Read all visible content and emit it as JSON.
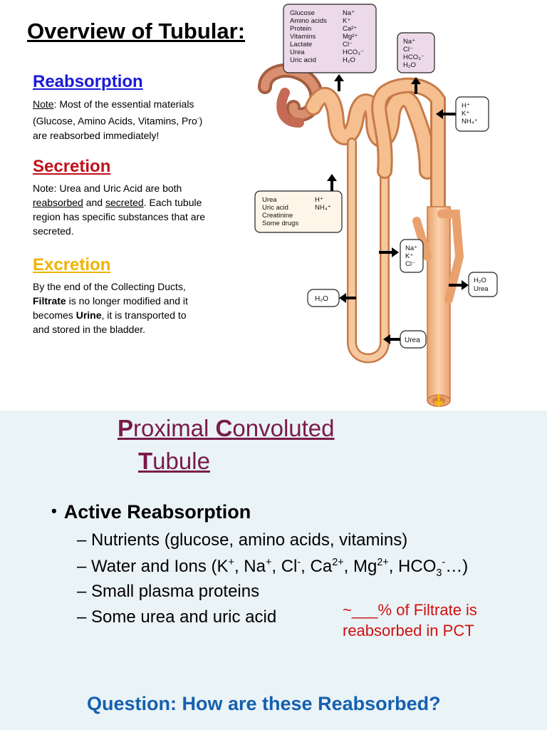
{
  "slide": {
    "title": "Overview of Tubular:",
    "reabsorption": {
      "heading": "Reabsorption",
      "note_label": "Note",
      "line1": ": Most of the essential materials",
      "line2": "(Glucose, Amino Acids, Vitamins, Pro",
      "line2_sup": "-",
      "line2_end": ")",
      "line3": "are reabsorbed immediately!",
      "color": "#1a1ad8"
    },
    "secretion": {
      "heading": "Secretion",
      "line1": "Note: Urea and Uric Acid are both",
      "w_reabsorbed": "reabsorbed",
      "w_and": " and ",
      "w_secreted": "secreted",
      "line2_end": ". Each tubule",
      "line3": "region has specific substances that are",
      "line4": "secreted.",
      "color": "#c0101a"
    },
    "excretion": {
      "heading": "Excretion",
      "line1": "By the end of the Collecting Ducts,",
      "w_filtrate": "Filtrate",
      "line2_end": " is no longer modified and it",
      "line3_start": "becomes ",
      "w_urine": "Urine",
      "line3_end": ", it is transported to",
      "line4": "and stored in the bladder.",
      "color": "#f0b400"
    }
  },
  "diagram": {
    "box_pct_left": [
      "Glucose",
      "Amino acids",
      "Protein",
      "Vitamins",
      "Lactate",
      "Urea",
      "Uric acid"
    ],
    "box_pct_right": [
      "Na⁺",
      "K⁺",
      "Ca²⁺",
      "Mg²⁺",
      "Cl⁻",
      "HCO₃⁻",
      "H₂O"
    ],
    "box_dct": [
      "Na⁺",
      "Cl⁻",
      "HCO₃⁻",
      "H₂O"
    ],
    "box_h": [
      "H⁺",
      "K⁺",
      "NH₄⁺"
    ],
    "box_secreted_left": [
      "Urea",
      "Uric acid",
      "Creatinine",
      "Some drugs"
    ],
    "box_secreted_right": [
      "H⁺",
      "NH₄⁺"
    ],
    "box_loop_ions": [
      "Na⁺",
      "K⁺",
      "Cl⁻"
    ],
    "box_cd": [
      "H₂O",
      "Urea"
    ],
    "box_h2o": "H₂O",
    "box_urea": "Urea"
  },
  "pct": {
    "line1_first": "P",
    "line1_mid": "roximal ",
    "line1_c": "C",
    "line1_rest": "onvoluted",
    "line2_first": "T",
    "line2_rest": "ubule",
    "bullet": "Active Reabsorption",
    "items": [
      "Nutrients (glucose, amino acids, vitamins)",
      "Small plasma proteins",
      "Some urea and uric acid"
    ],
    "water": {
      "start": "Water and Ions (K",
      "k_sup": "+",
      "na": ", Na",
      "na_sup": "+",
      "cl": ", Cl",
      "cl_sup": "-",
      "ca": ", Ca",
      "ca_sup": "2+",
      "mg": ", Mg",
      "mg_sup": "2+",
      "hco": ", HCO",
      "hco_sub": "3",
      "hco_sup": "-",
      "end": "…)"
    },
    "note_line1": "~___% of Filtrate is",
    "note_line2": "reabsorbed in PCT",
    "question": "Question: How are these Reabsorbed?"
  }
}
